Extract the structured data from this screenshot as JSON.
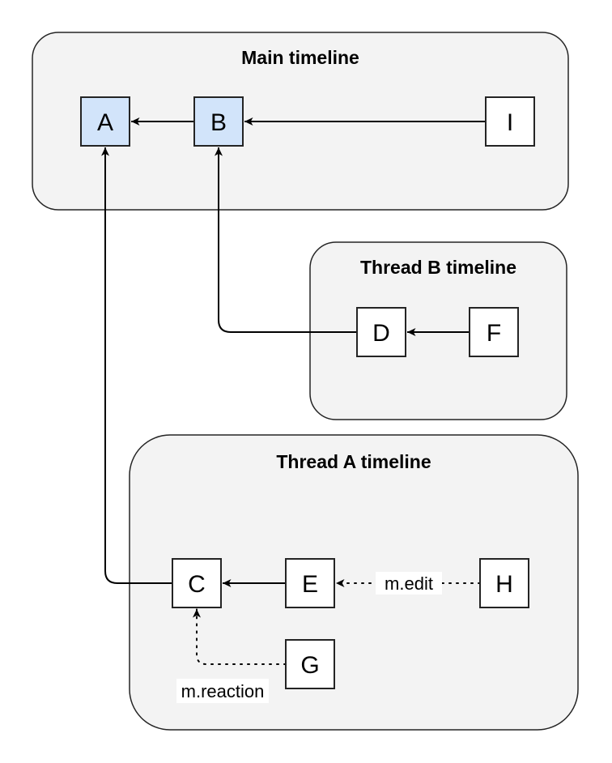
{
  "diagram": {
    "type": "event-dag",
    "colors": {
      "page_bg": "#ffffff",
      "container_fill": "#f3f3f3",
      "container_stroke": "#242424",
      "node_fill": "#ffffff",
      "node_highlight_fill": "#d2e4fa",
      "node_stroke": "#242424",
      "edge_color": "#000000",
      "edge_label_bg": "#ffffff",
      "text_color": "#000000"
    },
    "containers": [
      {
        "id": "main",
        "label": "Main timeline"
      },
      {
        "id": "thread_b",
        "label": "Thread B timeline"
      },
      {
        "id": "thread_a",
        "label": "Thread A timeline"
      }
    ],
    "nodes": [
      {
        "id": "A",
        "label": "A",
        "container": "main",
        "highlighted": true
      },
      {
        "id": "B",
        "label": "B",
        "container": "main",
        "highlighted": true
      },
      {
        "id": "I",
        "label": "I",
        "container": "main",
        "highlighted": false
      },
      {
        "id": "D",
        "label": "D",
        "container": "thread_b",
        "highlighted": false
      },
      {
        "id": "F",
        "label": "F",
        "container": "thread_b",
        "highlighted": false
      },
      {
        "id": "C",
        "label": "C",
        "container": "thread_a",
        "highlighted": false
      },
      {
        "id": "E",
        "label": "E",
        "container": "thread_a",
        "highlighted": false
      },
      {
        "id": "H",
        "label": "H",
        "container": "thread_a",
        "highlighted": false
      },
      {
        "id": "G",
        "label": "G",
        "container": "thread_a",
        "highlighted": false
      }
    ],
    "edges": [
      {
        "from": "B",
        "to": "A",
        "style": "solid",
        "label": ""
      },
      {
        "from": "I",
        "to": "B",
        "style": "solid",
        "label": ""
      },
      {
        "from": "F",
        "to": "D",
        "style": "solid",
        "label": ""
      },
      {
        "from": "D",
        "to": "B",
        "style": "solid",
        "label": ""
      },
      {
        "from": "E",
        "to": "C",
        "style": "solid",
        "label": ""
      },
      {
        "from": "C",
        "to": "A",
        "style": "solid",
        "label": ""
      },
      {
        "from": "H",
        "to": "E",
        "style": "dotted",
        "label": "m.edit"
      },
      {
        "from": "G",
        "to": "C",
        "style": "dotted",
        "label": "m.reaction"
      }
    ]
  }
}
